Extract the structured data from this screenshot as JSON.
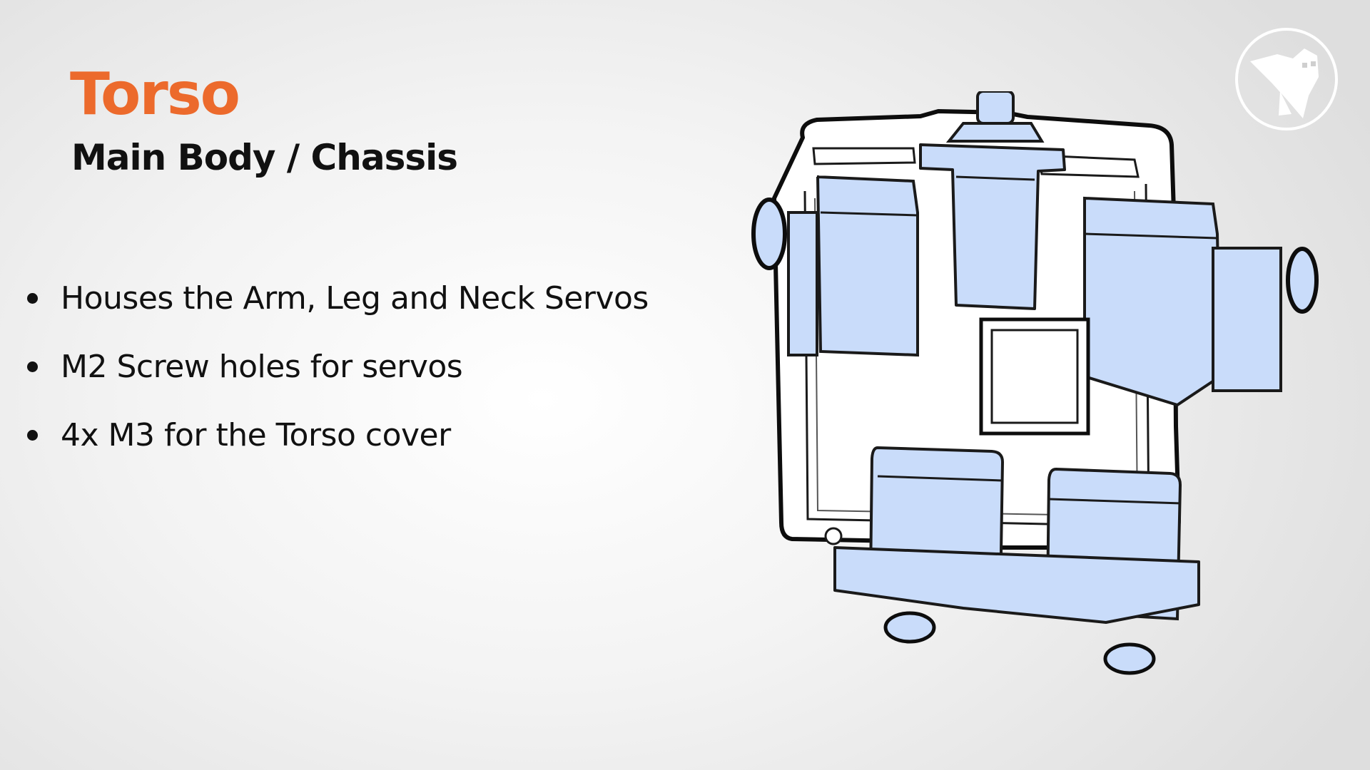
{
  "slide": {
    "title": "Torso",
    "subtitle": "Main Body / Chassis",
    "bullets": [
      "Houses the Arm, Leg and Neck Servos",
      "M2 Screw holes for servos",
      "4x M3 for the Torso cover"
    ],
    "accent_color": "#ec6a2c",
    "servo_color": "#c9dcfa"
  },
  "logo": {
    "icon": "robot-head-logo-icon"
  },
  "figure": {
    "icon": "torso-chassis-illustration-icon"
  }
}
